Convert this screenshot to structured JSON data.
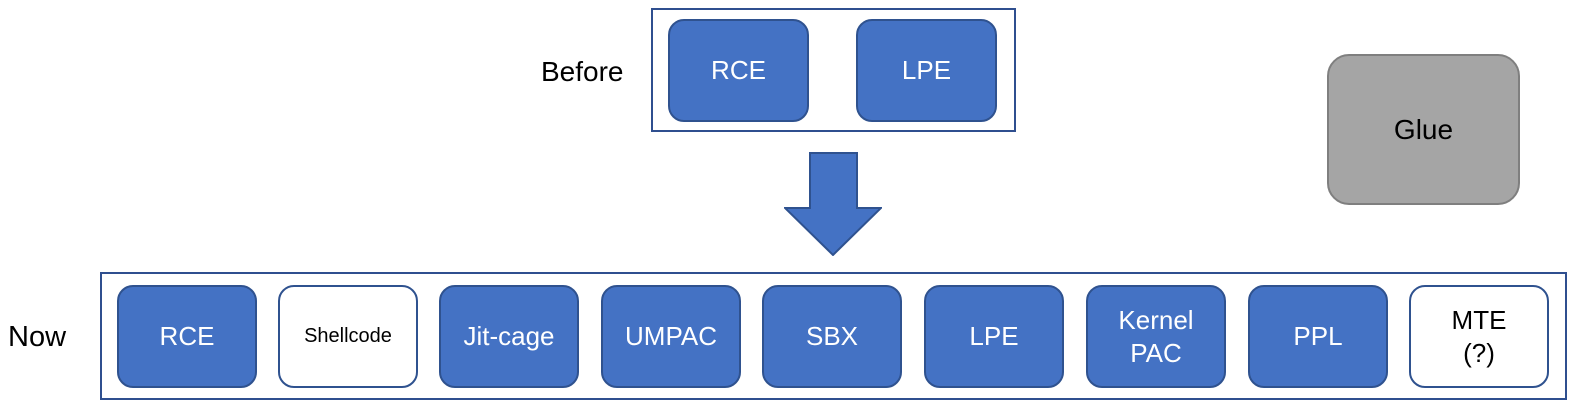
{
  "before": {
    "label": "Before",
    "boxes": [
      {
        "text": "RCE"
      },
      {
        "text": "LPE"
      }
    ]
  },
  "glue": {
    "text": "Glue"
  },
  "now": {
    "label": "Now",
    "boxes": [
      {
        "text": "RCE"
      },
      {
        "text": "Shellcode"
      },
      {
        "text": "Jit-cage"
      },
      {
        "text": "UMPAC"
      },
      {
        "text": "SBX"
      },
      {
        "text": "LPE"
      },
      {
        "text": "Kernel\nPAC"
      },
      {
        "text": "PPL"
      },
      {
        "text": "MTE\n(?)"
      }
    ]
  },
  "colors": {
    "primary_block": "#4472c4",
    "block_border": "#2f528f",
    "glue_block": "#a5a5a5",
    "arrow": "#4472c4"
  }
}
